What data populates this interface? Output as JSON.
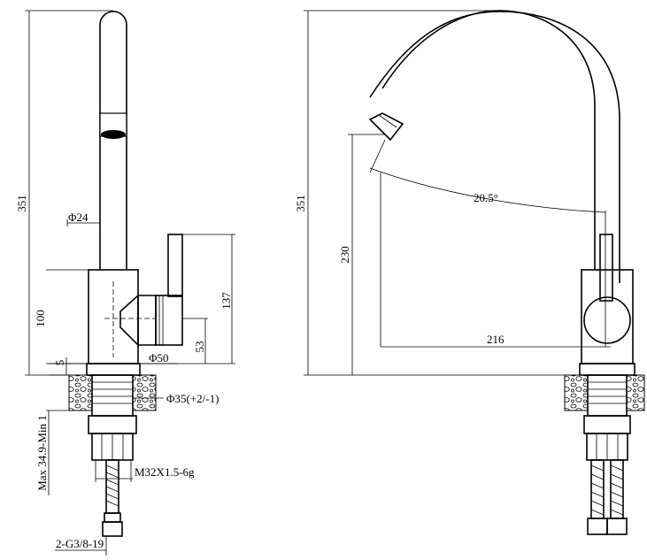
{
  "left_view": {
    "overall_height": "351",
    "spout_diameter": "Φ24",
    "body_height": "100",
    "handle_height": "137",
    "handle_offset": "53",
    "base_height": "5",
    "base_diameter": "Φ50",
    "mount_hole": "Φ35(+2/-1)",
    "counter_thickness": "Max  34.9-Min  1",
    "thread": "M32X1.5-6g",
    "hose_connection": "2-G3/8-19"
  },
  "right_view": {
    "overall_height": "351",
    "spout_clearance": "230",
    "spout_angle": "20.5°",
    "spout_reach": "216"
  }
}
